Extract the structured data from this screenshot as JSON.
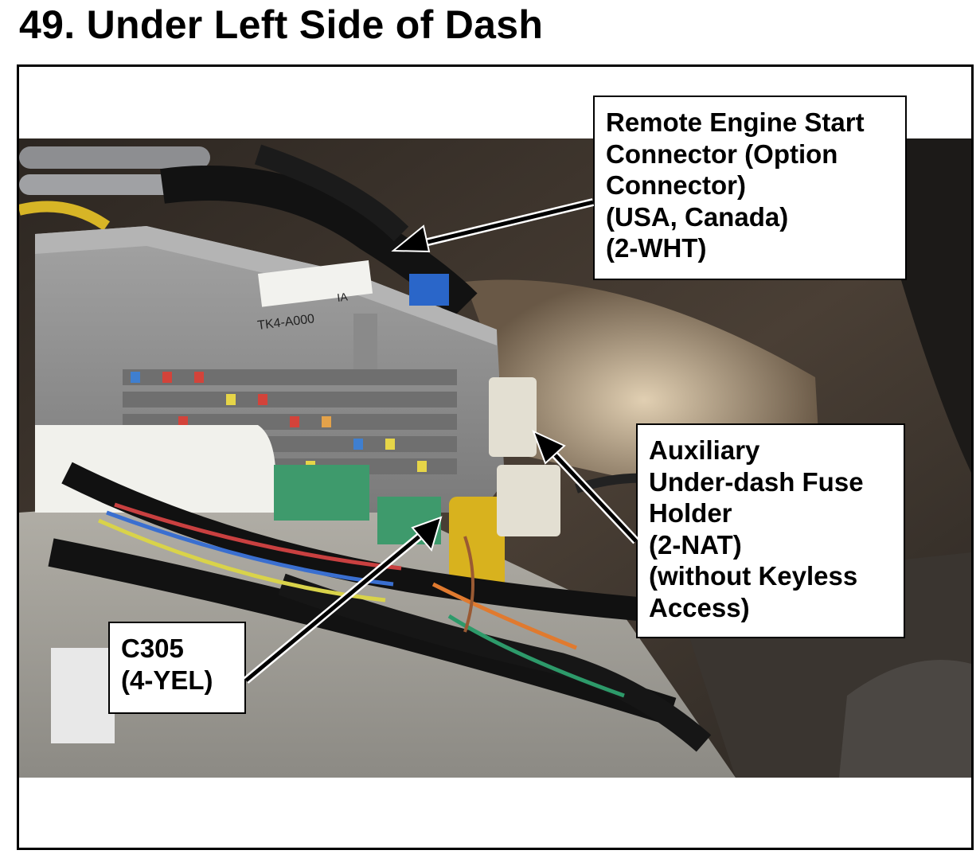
{
  "page": {
    "title": "49.  Under Left Side of Dash"
  },
  "callouts": {
    "remote_engine_start": {
      "lines": [
        "Remote Engine Start",
        "Connector (Option",
        "Connector)",
        "(USA, Canada)",
        "(2-WHT)"
      ]
    },
    "auxiliary_fuse_holder": {
      "lines": [
        "Auxiliary",
        "Under-dash Fuse",
        "Holder",
        "(2-NAT)",
        "(without Keyless",
        "Access)"
      ]
    },
    "c305": {
      "lines": [
        "C305",
        "(4-YEL)"
      ]
    }
  },
  "photo_labels": {
    "part_number": "TK4-A000",
    "revision": "IA"
  },
  "colors": {
    "fuse_box": "#8e8e8e",
    "harness": "#111111",
    "yellow_connector": "#d8b21e",
    "white_connector": "#e3dfd2",
    "green_connector": "#3e9a6c",
    "background": "#ffffff",
    "text": "#000000"
  }
}
